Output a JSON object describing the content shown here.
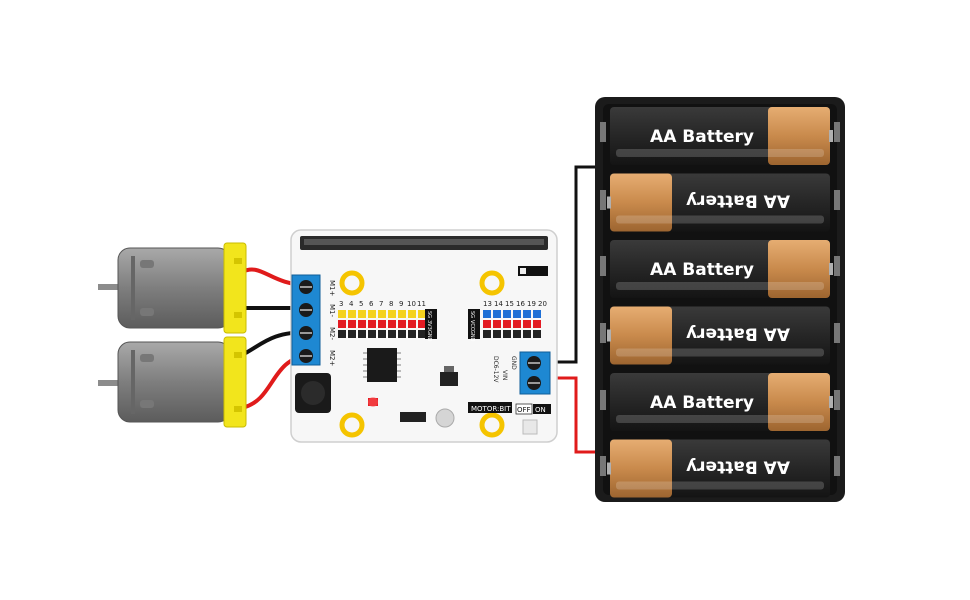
{
  "battery_label": "AA Battery",
  "board": {
    "header_left": [
      "3",
      "4",
      "5",
      "6",
      "7",
      "8",
      "9",
      "10",
      "11"
    ],
    "header_right": [
      "13",
      "14",
      "15",
      "16",
      "19",
      "20"
    ],
    "side_left": [
      "SG",
      "3V3",
      "GND"
    ],
    "side_right": [
      "SG",
      "VCC",
      "GND"
    ],
    "motor_terminals": [
      "M1+",
      "M1-",
      "M2-",
      "M2+"
    ],
    "power_labels": [
      "DC6-12V",
      "VIN",
      "GND"
    ],
    "brand": "MOTOR:BIT",
    "switch_off": "OFF",
    "switch_on": "ON"
  },
  "colors": {
    "board": "#f7f7f7",
    "terminal": "#1e88d2",
    "motor_cap": "#f2e51c",
    "motor_body": "#8a8a8a",
    "holder": "#1b1b1b",
    "battery_copper": "#c98a4c",
    "wire_red": "#e01b1b",
    "wire_black": "#111111",
    "mount_hole": "#f5c400",
    "pin_yellow": "#f4d21f",
    "pin_red": "#e31b23",
    "pin_blue": "#1d6fd6"
  }
}
